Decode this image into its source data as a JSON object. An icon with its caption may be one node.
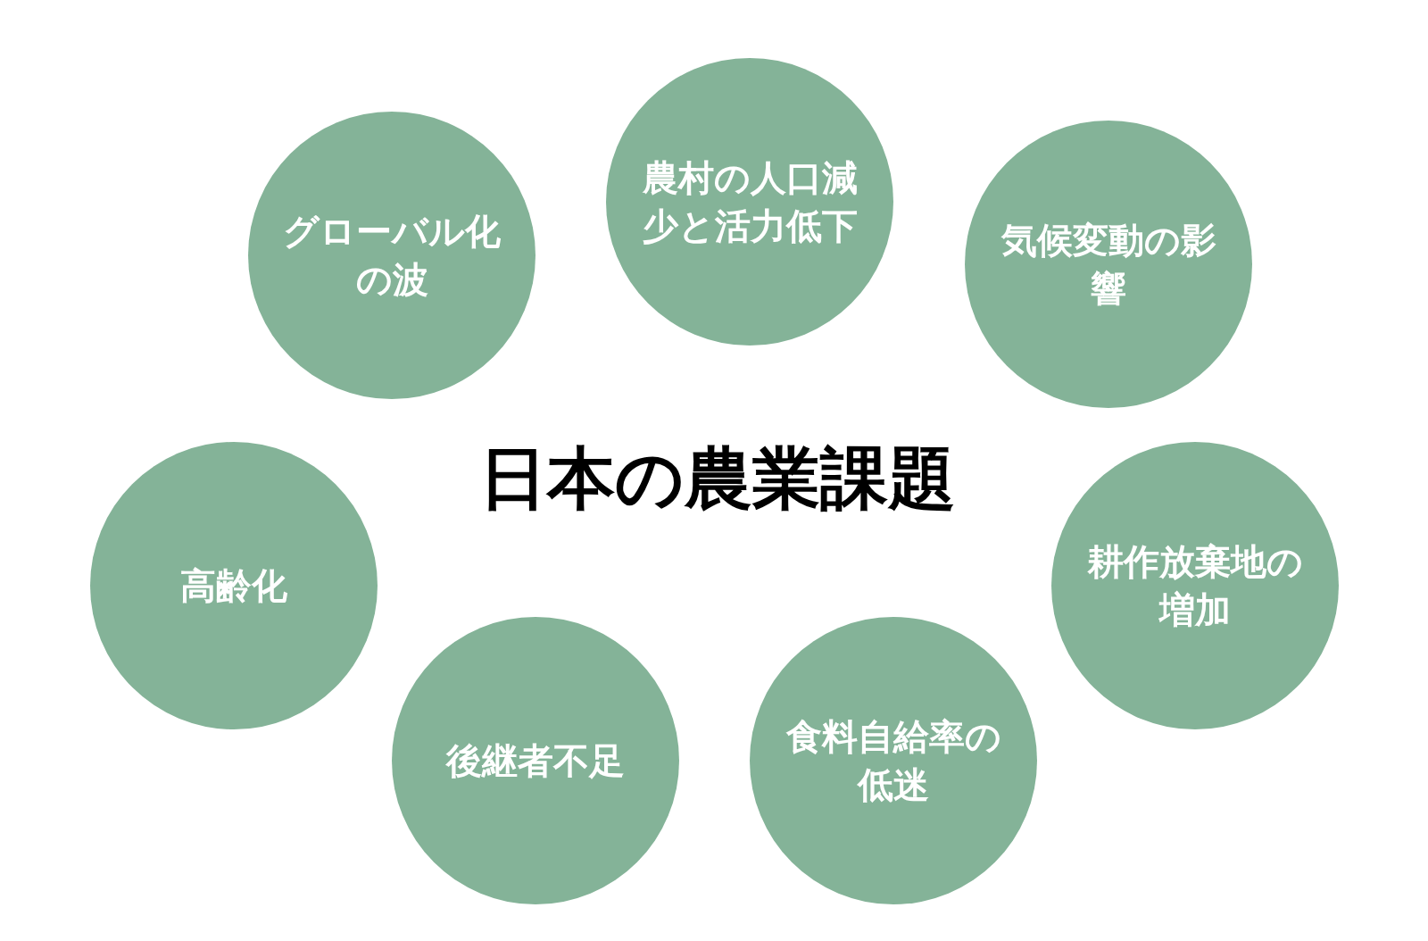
{
  "diagram": {
    "title": "日本の農業課題",
    "nodes": [
      {
        "text": [
          "グローバル化の波"
        ]
      },
      {
        "text": [
          "農村の人口減少と活力低下"
        ]
      },
      {
        "text": [
          "気候変動の影響"
        ]
      },
      {
        "text": [
          "高齢化"
        ]
      },
      {
        "text": [
          "耕作放棄地の増加"
        ]
      },
      {
        "text": [
          "後継者不足"
        ]
      },
      {
        "text": [
          "食料自給率の低迷"
        ]
      }
    ]
  }
}
